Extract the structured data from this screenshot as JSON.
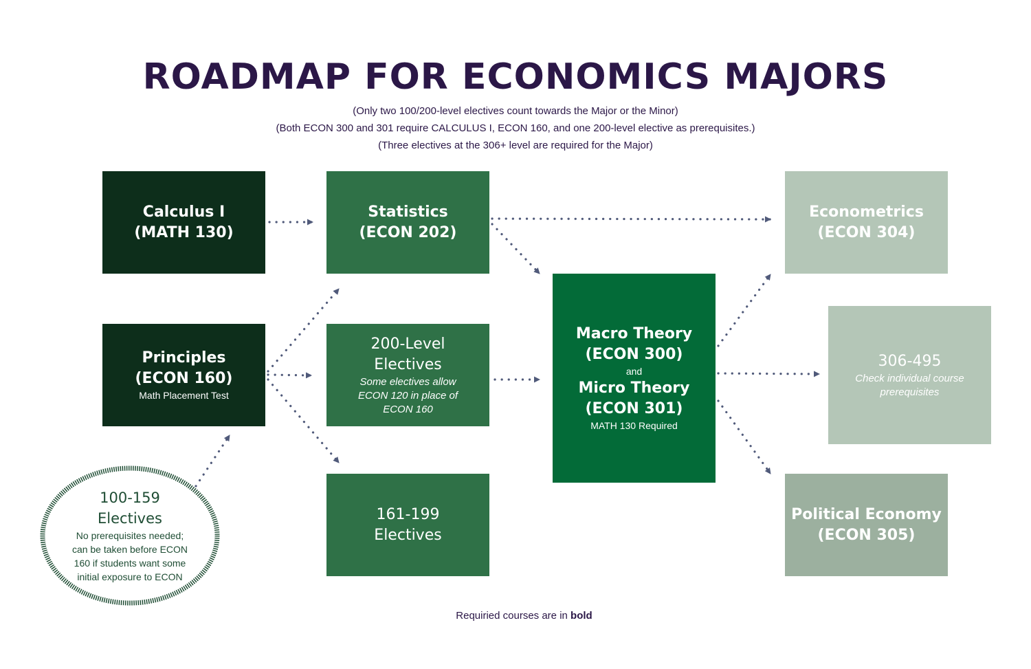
{
  "colors": {
    "title": "#2b1747",
    "dark_green": "#0d2e1b",
    "mid_green": "#2f7147",
    "bright_green": "#036b38",
    "pale_green": "#b4c6b7",
    "pale_green_2": "#9cb09f",
    "arrow": "#505a7a",
    "ellipse": "#1f4d34"
  },
  "header": {
    "title": "ROADMAP FOR ECONOMICS MAJORS",
    "notes": [
      "(Only two 100/200-level electives count towards the Major or the Minor)",
      "(Both ECON 300 and 301 require CALCULUS I, ECON 160, and one 200-level elective as prerequisites.)",
      "(Three electives at the 306+ level are required for the Major)"
    ]
  },
  "boxes": {
    "calculus": {
      "line1": "Calculus I",
      "line2": "(MATH 130)"
    },
    "principles": {
      "line1": "Principles",
      "line2": "(ECON 160)",
      "sub": "Math Placement Test"
    },
    "statistics": {
      "line1": "Statistics",
      "line2": "(ECON 202)"
    },
    "electives200": {
      "line1": "200-Level",
      "line2": "Electives",
      "note1": "Some electives allow",
      "note2": "ECON 120 in place of",
      "note3": "ECON 160"
    },
    "electives161": {
      "line1": "161-199",
      "line2": "Electives"
    },
    "theory": {
      "line1": "Macro Theory",
      "line2": "(ECON 300)",
      "and": "and",
      "line3": "Micro Theory",
      "line4": "(ECON 301)",
      "sub": "MATH 130 Required"
    },
    "econometrics": {
      "line1": "Econometrics",
      "line2": "(ECON 304)"
    },
    "electives306": {
      "line1": "306-495",
      "note1": "Check individual course",
      "note2": "prerequisites"
    },
    "political": {
      "line1": "Political Economy",
      "line2": "(ECON 305)"
    }
  },
  "ellipse": {
    "line1": "100-159",
    "line2": "Electives",
    "sub1": "No prerequisites needed;",
    "sub2": "can be taken before ECON",
    "sub3": "160 if students want some",
    "sub4": "initial exposure to ECON"
  },
  "footer": {
    "text": "Requiried courses are in ",
    "bold": "bold"
  }
}
